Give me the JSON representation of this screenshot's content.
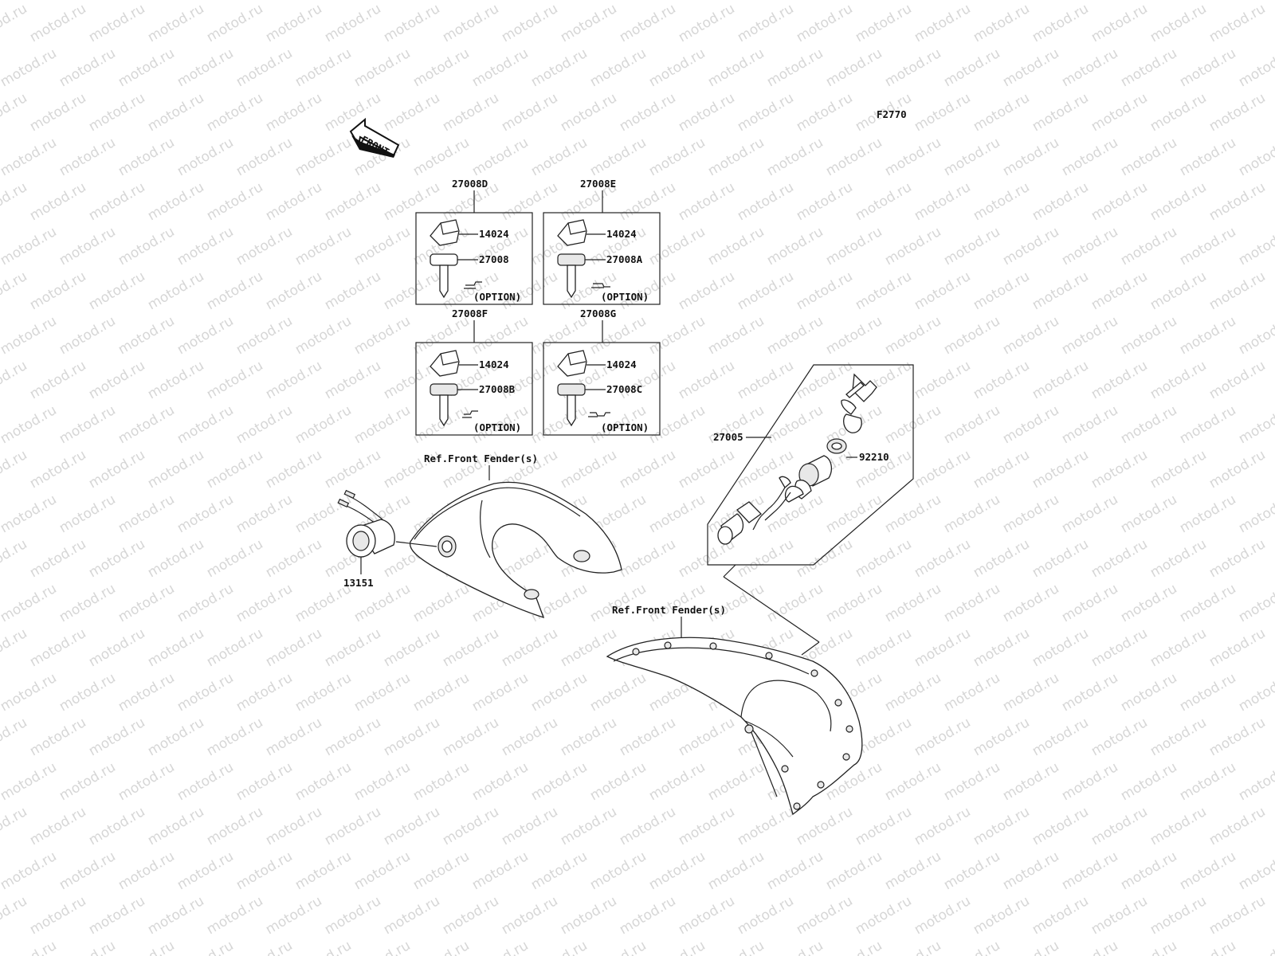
{
  "watermark": {
    "text": "motod.ru"
  },
  "figure_code": "F2770",
  "front_arrow": {
    "text": "FRONT"
  },
  "key_sets": [
    {
      "set": "27008D",
      "labels": [
        "14024",
        "27008"
      ],
      "option": "(OPTION)"
    },
    {
      "set": "27008E",
      "labels": [
        "14024",
        "27008A"
      ],
      "option": "(OPTION)"
    },
    {
      "set": "27008F",
      "labels": [
        "14024",
        "27008B"
      ],
      "option": "(OPTION)"
    },
    {
      "set": "27008G",
      "labels": [
        "14024",
        "27008C"
      ],
      "option": "(OPTION)"
    }
  ],
  "parts": {
    "switch_assembly": "27005",
    "nut": "92210",
    "socket": "13151"
  },
  "references": {
    "left": "Ref.Front Fender(s)",
    "right": "Ref.Front Fender(s)"
  }
}
